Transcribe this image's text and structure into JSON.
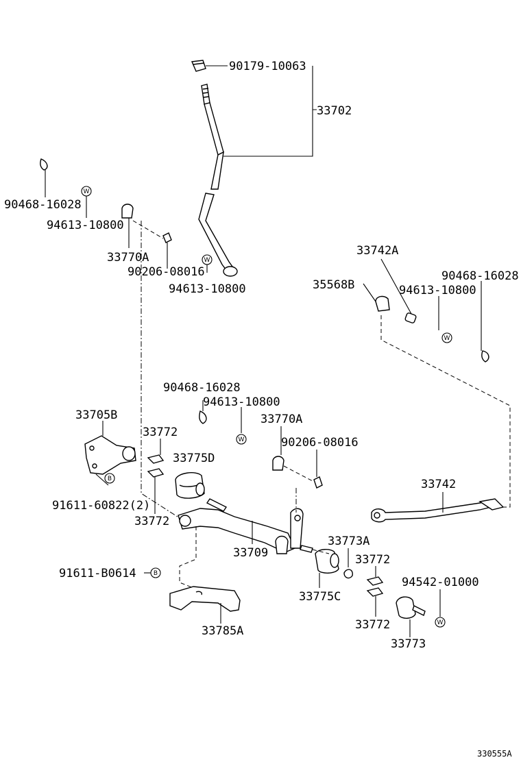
{
  "labels": {
    "p90179_10063": "90179-10063",
    "p33702": "33702",
    "p90468_16028_a": "90468-16028",
    "p94613_10800_a": "94613-10800",
    "p33770A_a": "33770A",
    "p90206_08016_a": "90206-08016",
    "p94613_10800_b": "94613-10800",
    "p33742A": "33742A",
    "p35568B": "35568B",
    "p90468_16028_b": "90468-16028",
    "p94613_10800_c": "94613-10800",
    "p90468_16028_c": "90468-16028",
    "p94613_10800_d": "94613-10800",
    "p33705B": "33705B",
    "p33772_a": "33772",
    "p33770A_b": "33770A",
    "p33775D": "33775D",
    "p90206_08016_b": "90206-08016",
    "p91611_60822": "91611-60822(2)",
    "p33772_b": "33772",
    "p33742": "33742",
    "p33709": "33709",
    "p33773A": "33773A",
    "p33772_c": "33772",
    "p94542_01000": "94542-01000",
    "p91611_B0614": "91611-B0614",
    "p33775C": "33775C",
    "p33772_d": "33772",
    "p33773": "33773",
    "p33785A": "33785A",
    "figure_code": "330555A"
  },
  "badges": {
    "washer": "W",
    "bolt": "B"
  }
}
